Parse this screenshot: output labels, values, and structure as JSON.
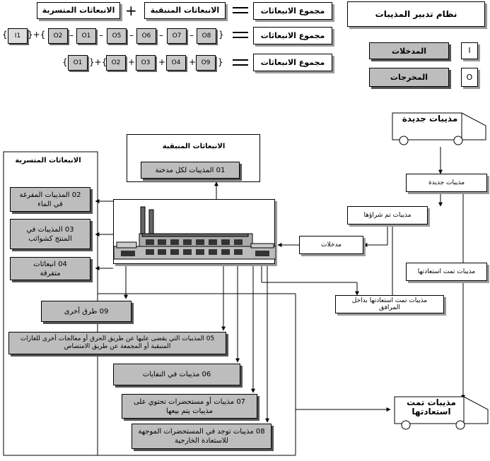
{
  "legend": {
    "title": "نظام تدبير المذيبات",
    "inputs_label": "المدخلات",
    "inputs_code": "I",
    "outputs_label": "المخرجات",
    "outputs_code": "O"
  },
  "equations": {
    "total_label": "مجموع الانبعاثات",
    "row1": {
      "fugitive": "الانبعاثات المتسربة",
      "confined": "الانبعاثات المنبقبة",
      "plus": "+"
    },
    "row2": {
      "input": "I1",
      "outputs": [
        "O2",
        "O1",
        "O5",
        "O6",
        "O7",
        "O8"
      ],
      "ops": [
        "–",
        "–",
        "–",
        "–",
        "–"
      ]
    },
    "row3": {
      "left": "O1",
      "outputs": [
        "O2",
        "O3",
        "O4",
        "O9"
      ],
      "ops": [
        "+",
        "+",
        "+"
      ]
    }
  },
  "diagram": {
    "new_solvents_truck": "مذيبات جديدة",
    "recovered_truck": "مذيبات تمت استعادتها",
    "new_solvents_box": "مذيبات جديدة",
    "purchased_box": "مذيبات تم شراؤها",
    "recovered_box": "مذيبات تمت استعادتها",
    "inputs_box": "مدخلات",
    "recovered_onsite_box": "مذيبات تمت استعادتها بداخل المرافق",
    "confined_title": "الانبعاثات المنبقبة",
    "fugitive_title": "الانبعاثات المتسربة",
    "o1": "01 المذيبات لكل مدخنة",
    "o2": "02 المذيبات المفرغة في الماء",
    "o3": "03 المذيبات في المنتج كشوائب",
    "o4": "04 انبعاثات متفرقة",
    "o9": "09 طرق أخرى",
    "o5": "05 المذيبات التي يقضى عليها عن طريق الحرق أو معالجات أخرى للغازات المنبقبة أو المجمعة عن طريق الامتصاص",
    "o6": "06 مذيبات في النفايات",
    "o7": "07 مذيبات أو مستحضرات تحتوي على مذيبات يتم بيعها",
    "o8": "08 مذيبات توجد في المستحضرات الموجهة للاستعادة الخارجية"
  }
}
